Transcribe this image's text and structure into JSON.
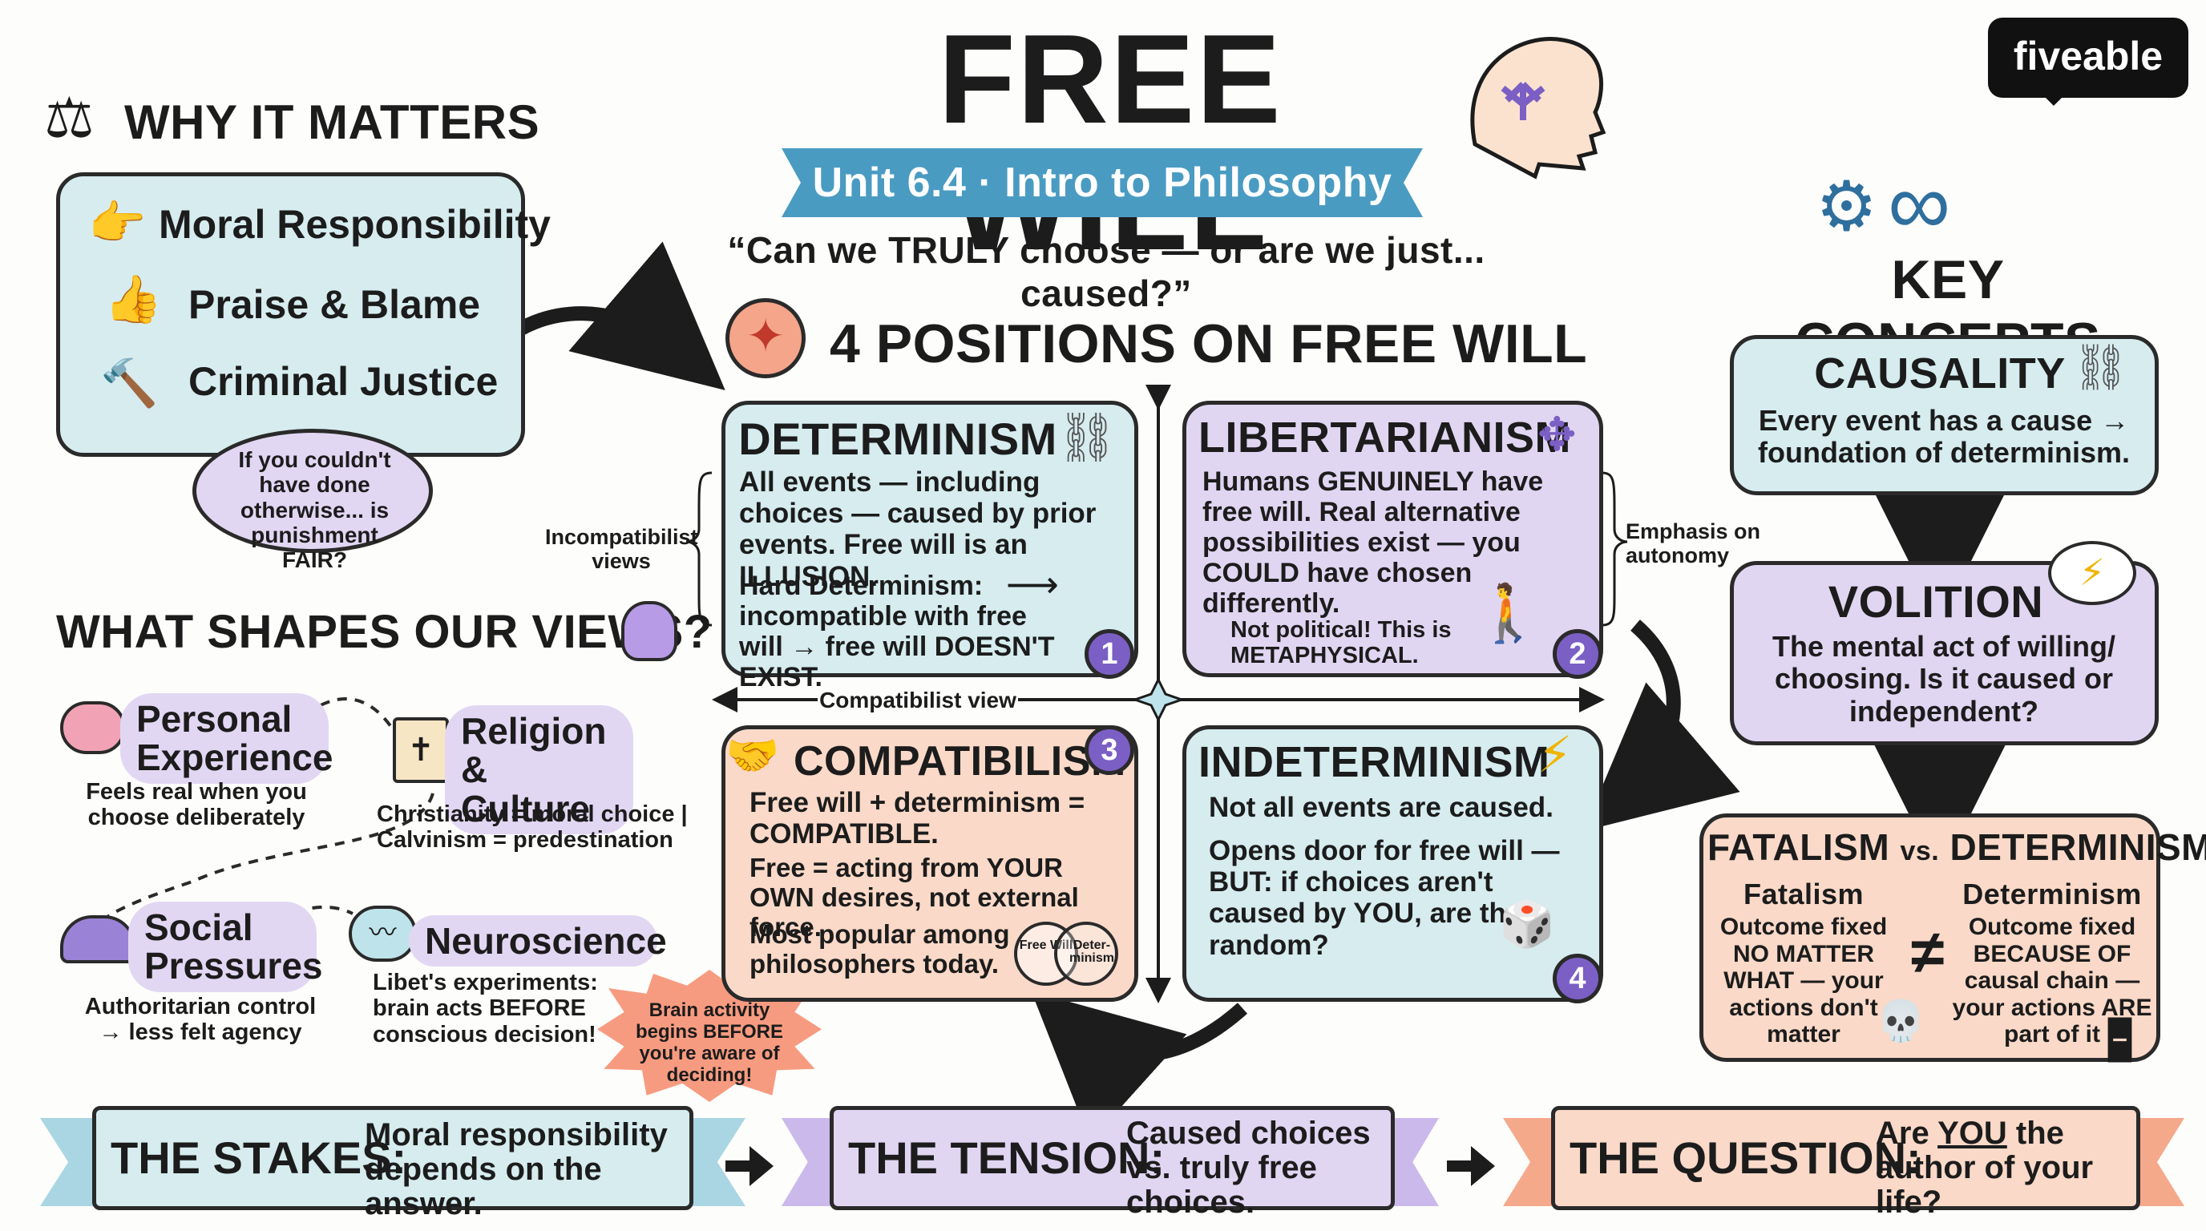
{
  "logo": "fiveable",
  "title": "FREE WILL",
  "subtitle": "Unit 6.4 · Intro to Philosophy",
  "question": "“Can we TRULY choose — or are we just... caused?”",
  "why": {
    "heading": "WHY IT MATTERS",
    "items": [
      "Moral Responsibility",
      "Praise & Blame",
      "Criminal Justice"
    ],
    "bubble": "If you couldn't have done otherwise... is punishment FAIR?"
  },
  "shapes": {
    "heading": "WHAT SHAPES OUR VIEWS?",
    "personal": {
      "label": "Personal Experience",
      "note": "Feels real when you choose deliberately"
    },
    "religion": {
      "label": "Religion & Culture",
      "note": "Christianity = moral choice | Calvinism = predestination"
    },
    "social": {
      "label": "Social Pressures",
      "note": "Authoritarian control → less felt agency"
    },
    "neuro": {
      "label": "Neuroscience",
      "note": "Libet's experiments: brain acts BEFORE conscious decision!"
    },
    "burst": "Brain activity begins BEFORE you're aware of deciding!"
  },
  "positions": {
    "heading": "4 POSITIONS ON FREE WILL",
    "incompat_label": "Incompatibilist views",
    "autonomy_label": "Emphasis on autonomy",
    "compat_label": "Compatibilist view",
    "determinism": {
      "title": "DETERMINISM",
      "text1": "All events — including choices — caused by prior events. Free will is an ILLUSION.",
      "text2": "Hard Determinism: incompatible with free will → free will DOESN'T EXIST.",
      "num": "1"
    },
    "libertarianism": {
      "title": "LIBERTARIANISM",
      "text1": "Humans GENUINELY have free will. Real alternative possibilities exist — you COULD have chosen differently.",
      "text2": "Not political! This is METAPHYSICAL.",
      "num": "2"
    },
    "compatibilism": {
      "title": "COMPATIBILISM",
      "text1": "Free will + determinism = COMPATIBLE.",
      "text2": "Free = acting from YOUR OWN desires, not external force.",
      "text3": "Most popular among philosophers today.",
      "venn_a": "Free Will",
      "venn_b": "Deter- minism",
      "num": "3"
    },
    "indeterminism": {
      "title": "INDETERMINISM",
      "text1": "Not all events are caused.",
      "text2": "Opens door for free will — BUT: if choices aren't caused by YOU, are they random?",
      "num": "4"
    }
  },
  "concepts": {
    "heading": "KEY CONCEPTS",
    "causality": {
      "title": "CAUSALITY",
      "text": "Every event has a cause → foundation of determinism."
    },
    "volition": {
      "title": "VOLITION",
      "text": "The mental act of willing/ choosing. Is it caused or independent?"
    },
    "fatalism": {
      "title_a": "FATALISM",
      "vs": "vs.",
      "title_b": "DETERMINISM",
      "left_head": "Fatalism",
      "left_text": "Outcome fixed NO MATTER WHAT — your actions don't matter",
      "neq": "≠",
      "right_head": "Determinism",
      "right_text": "Outcome fixed BECAUSE OF causal chain — your actions ARE part of it"
    }
  },
  "banners": {
    "stakes_label": "THE STAKES:",
    "stakes_text": "Moral responsibility depends on the answer.",
    "tension_label": "THE TENSION:",
    "tension_text": "Caused choices vs. truly free choices.",
    "question_label": "THE QUESTION:",
    "question_pre": "Are",
    "question_you": "YOU",
    "question_post": "the author of your life?"
  },
  "colors": {
    "teal": "#d6ecef",
    "purple": "#e0d6f2",
    "peach": "#fad9c8",
    "accent_blue": "#4a9bc2",
    "num_purple": "#7b5fc4"
  }
}
